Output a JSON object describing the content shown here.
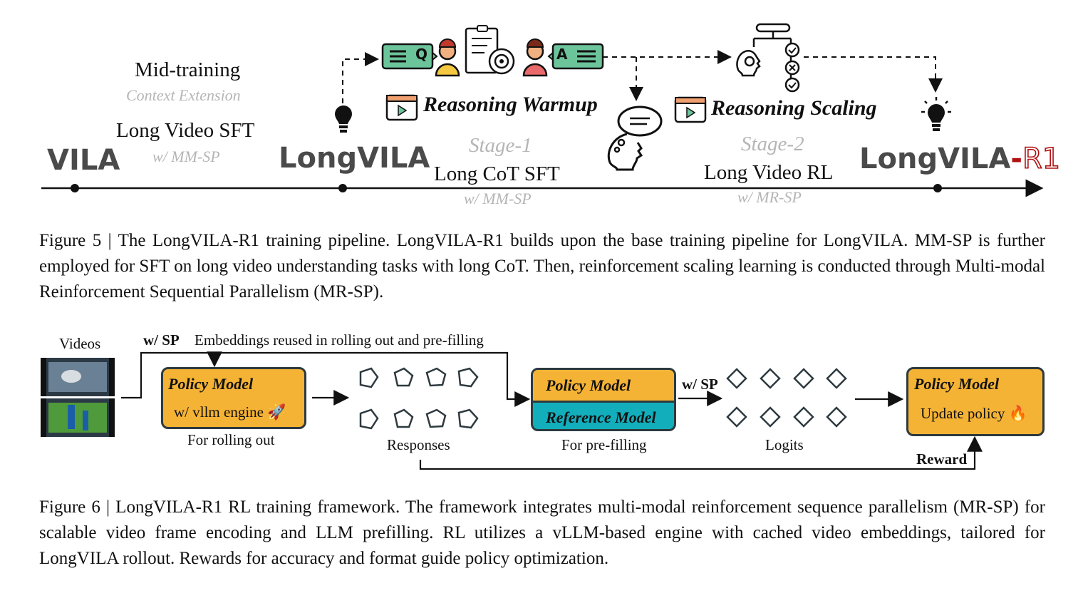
{
  "fig5": {
    "vila": "VILA",
    "midtraining": "Mid-training",
    "context_extension": "Context Extension",
    "long_video_sft": "Long Video SFT",
    "mmsp_1": "w/ MM-SP",
    "longvila": "LongVILA",
    "reasoning_warmup": "Reasoning Warmup",
    "stage1": "Stage-1",
    "long_cot_sft": "Long CoT SFT",
    "mmsp_2": "w/ MM-SP",
    "reasoning_scaling": "Reasoning Scaling",
    "stage2": "Stage-2",
    "long_video_rl": "Long Video RL",
    "mrsp": "w/ MR-SP",
    "longvila_r1_a": "LongVILA",
    "longvila_r1_dash": "-",
    "longvila_r1_b": "R1",
    "q_letter": "Q",
    "a_letter": "A",
    "colors": {
      "timeline": "#111111",
      "r1": "#b01010",
      "q_box": "#6cc49a",
      "person_yellow": "#f5c842",
      "person_red": "#e86a6a"
    }
  },
  "caption5": "Figure 5 | The LongVILA-R1 training pipeline. LongVILA-R1 builds upon the base training pipeline for LongVILA. MM-SP is further employed for SFT on long video understanding tasks with long CoT. Then, reinforcement scaling learning is conducted through Multi-modal Reinforcement Sequential Parallelism (MR-SP).",
  "fig6": {
    "videos": "Videos",
    "wsp_top": "w/ SP",
    "embeddings_reused": "Embeddings reused in rolling out and pre-filling",
    "policy_model_1": "Policy Model",
    "vllm_engine": "w/ vllm engine",
    "for_rolling_out": "For rolling out",
    "responses": "Responses",
    "policy_model_2": "Policy Model",
    "reference_model": "Reference Model",
    "for_prefilling": "For pre-filling",
    "wsp_mid": "w/ SP",
    "logits": "Logits",
    "policy_model_3": "Policy Model",
    "update_policy": "Update policy",
    "reward": "Reward",
    "rocket_icon": "🚀",
    "fire_icon": "🔥",
    "colors": {
      "policy": "#f5b335",
      "reference": "#12aebc",
      "border": "#2d3a3f"
    }
  },
  "caption6": "Figure 6 | LongVILA-R1 RL training framework. The framework integrates multi-modal reinforcement sequence parallelism (MR-SP) for scalable video frame encoding and LLM prefilling. RL utilizes a vLLM-based engine with cached video embeddings, tailored for LongVILA rollout. Rewards for accuracy and format guide policy optimization."
}
